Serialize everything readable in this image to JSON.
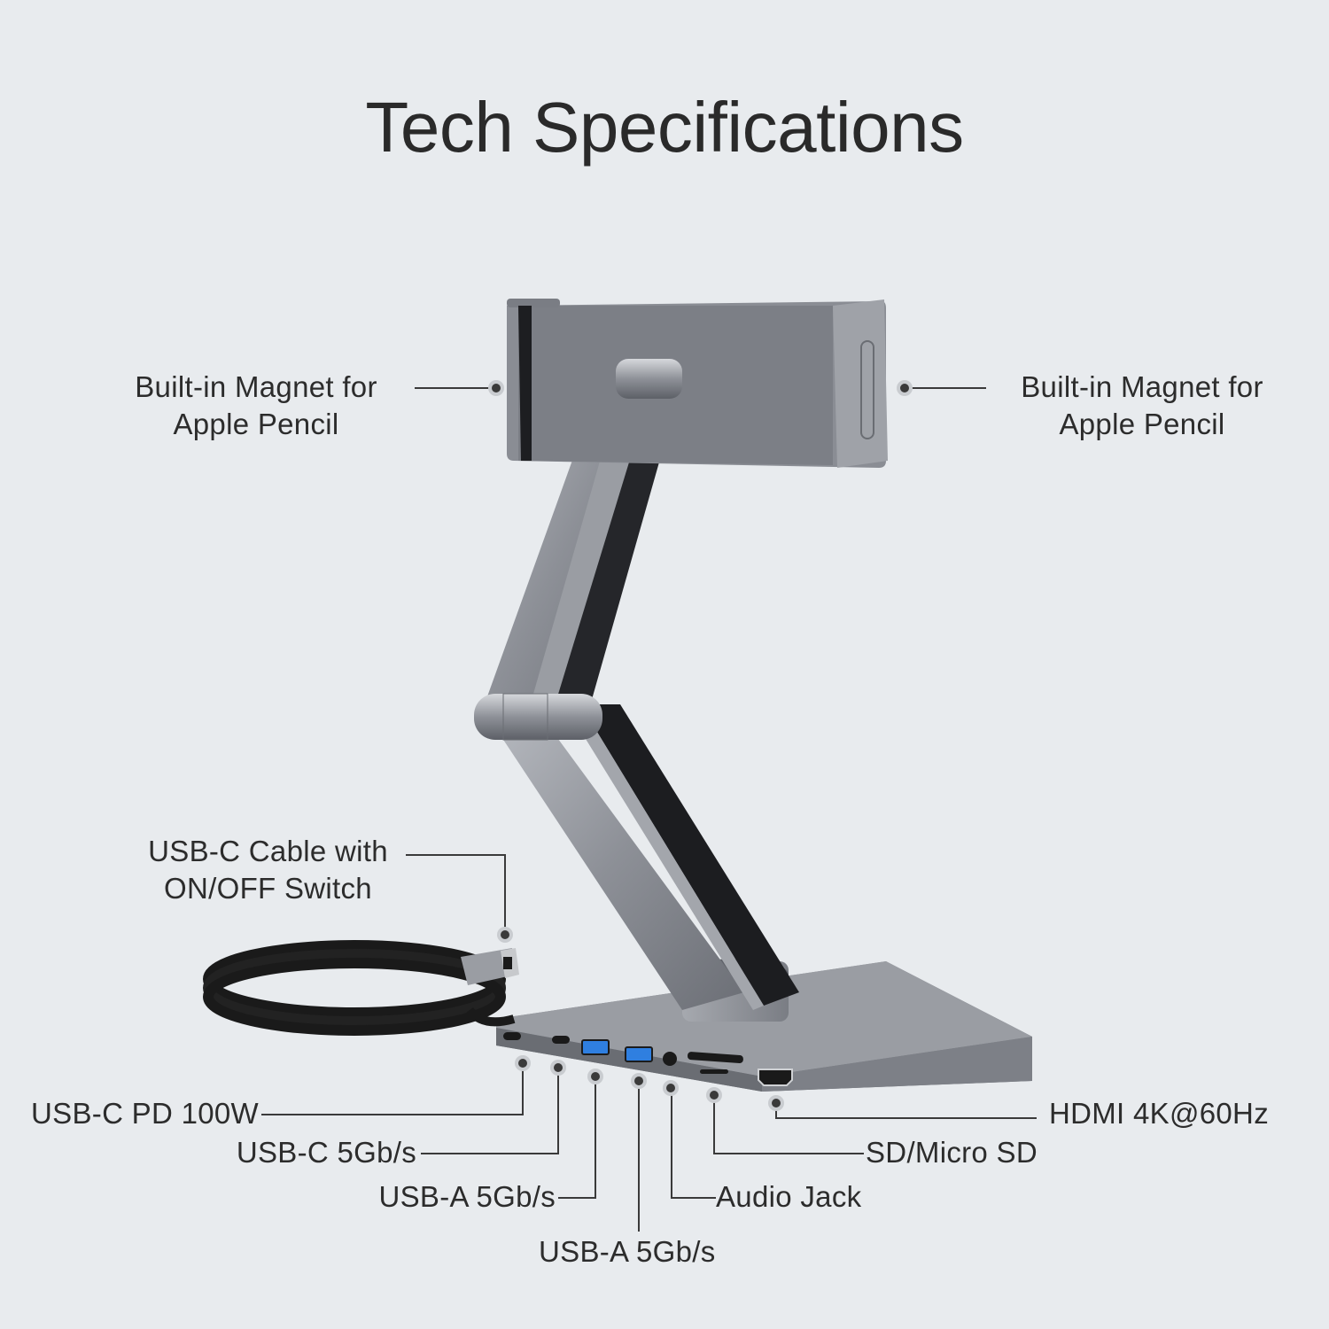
{
  "title": "Tech Specifications",
  "callouts": {
    "magnet_left": {
      "line1": "Built-in Magnet for",
      "line2": "Apple Pencil"
    },
    "magnet_right": {
      "line1": "Built-in Magnet for",
      "line2": "Apple Pencil"
    },
    "cable": {
      "line1": "USB-C Cable with",
      "line2": "ON/OFF Switch"
    },
    "ports": [
      {
        "label": "USB-C PD 100W"
      },
      {
        "label": "USB-C 5Gb/s"
      },
      {
        "label": "USB-A 5Gb/s"
      },
      {
        "label": "USB-A 5Gb/s"
      },
      {
        "label": "Audio Jack"
      },
      {
        "label": "SD/Micro SD"
      },
      {
        "label": "HDMI 4K@60Hz"
      }
    ]
  },
  "colors": {
    "background": "#e8ebee",
    "aluminum": "#8e9198",
    "dark_pad": "#1c1d20",
    "usb_a_blue": "#2f7fe0",
    "leader_line": "#3a3a3a"
  }
}
